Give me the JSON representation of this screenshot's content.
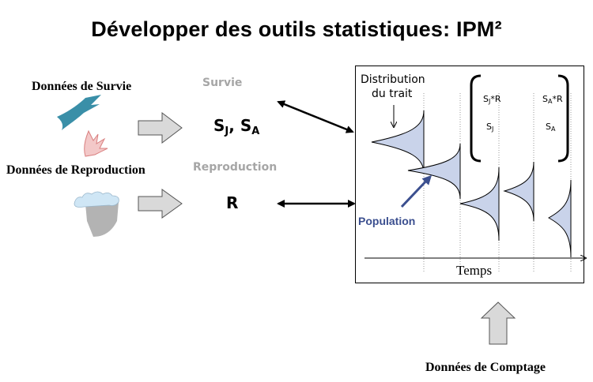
{
  "title": "Développer des outils statistiques: IPM²",
  "sources": {
    "survival_data": "Données de Survie",
    "reproduction_data": "Données de Reproduction",
    "count_data": "Données de Comptage"
  },
  "components": {
    "survival": "Survie",
    "reproduction": "Reproduction"
  },
  "parameters": {
    "s": "S",
    "j": "J",
    "a": "A",
    "sep": ", ",
    "r": "R"
  },
  "panel": {
    "trait_line1": "Distribution",
    "trait_line2": "du trait",
    "population": "Population",
    "time": "Temps",
    "matrix": {
      "s": "S",
      "j": "J",
      "a": "A",
      "r": "*R"
    }
  },
  "colors": {
    "bird": "#3a8fa8",
    "hand": "#e8a0a0",
    "arrow_fill": "#d9d9d9",
    "curve_fill": "#c9d3ea",
    "population": "#3b4f8f",
    "gray_label": "#a6a6a6"
  },
  "icons": [
    "bird-icon",
    "hand-icon",
    "nest-icon",
    "arrow-up-icon"
  ]
}
